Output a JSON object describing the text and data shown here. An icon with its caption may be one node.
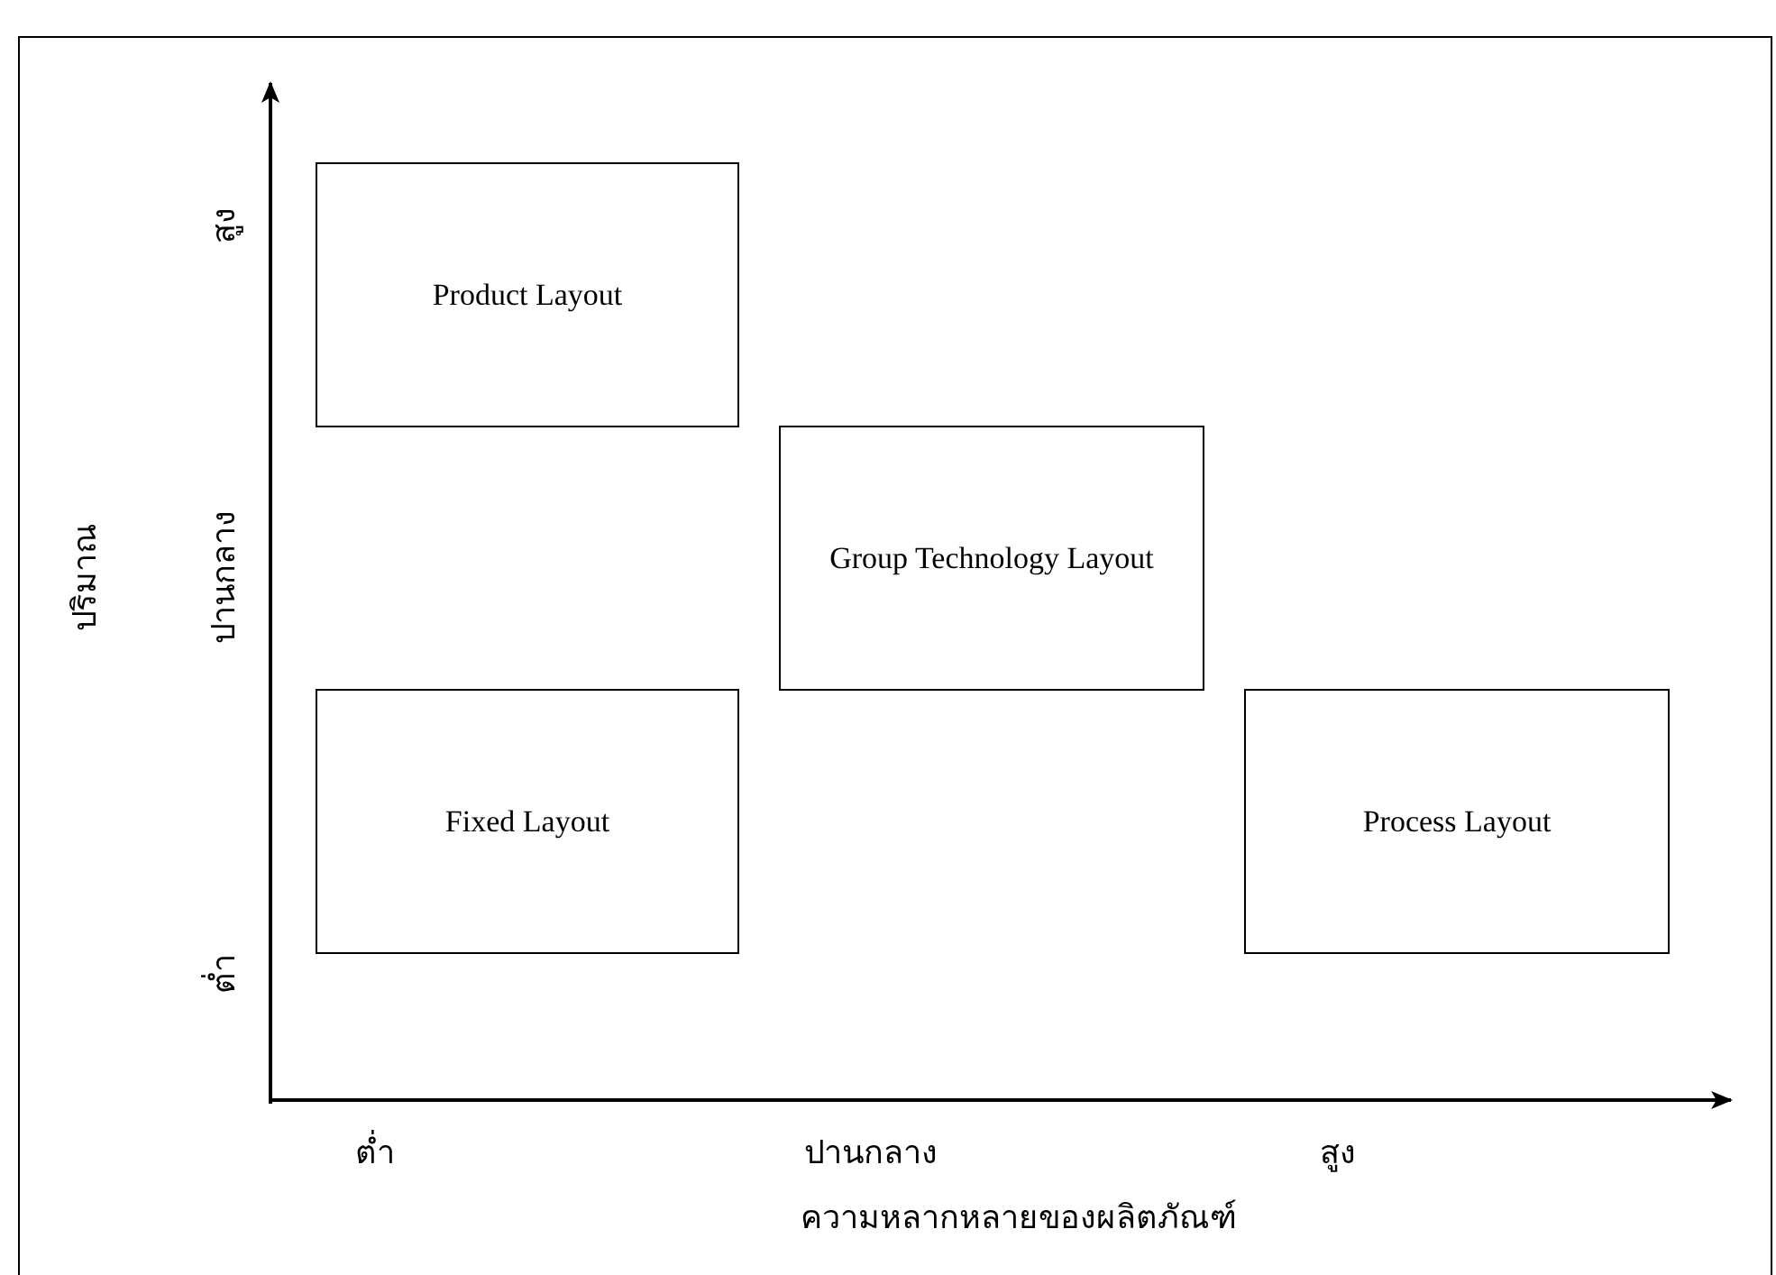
{
  "diagram": {
    "nodes": [
      {
        "text": [
          "Product Layout"
        ]
      },
      {
        "text": [
          "Group Technology Layout"
        ]
      },
      {
        "text": [
          "Fixed Layout"
        ]
      },
      {
        "text": [
          "Process Layout"
        ]
      }
    ],
    "labels": [
      "สูง",
      "ปานกลาง",
      "ต่ำ",
      "ปริมาณ",
      "ต่ำ",
      "ปานกลาง",
      "สูง",
      "ความหลากหลายของผลิตภัณฑ์"
    ]
  }
}
